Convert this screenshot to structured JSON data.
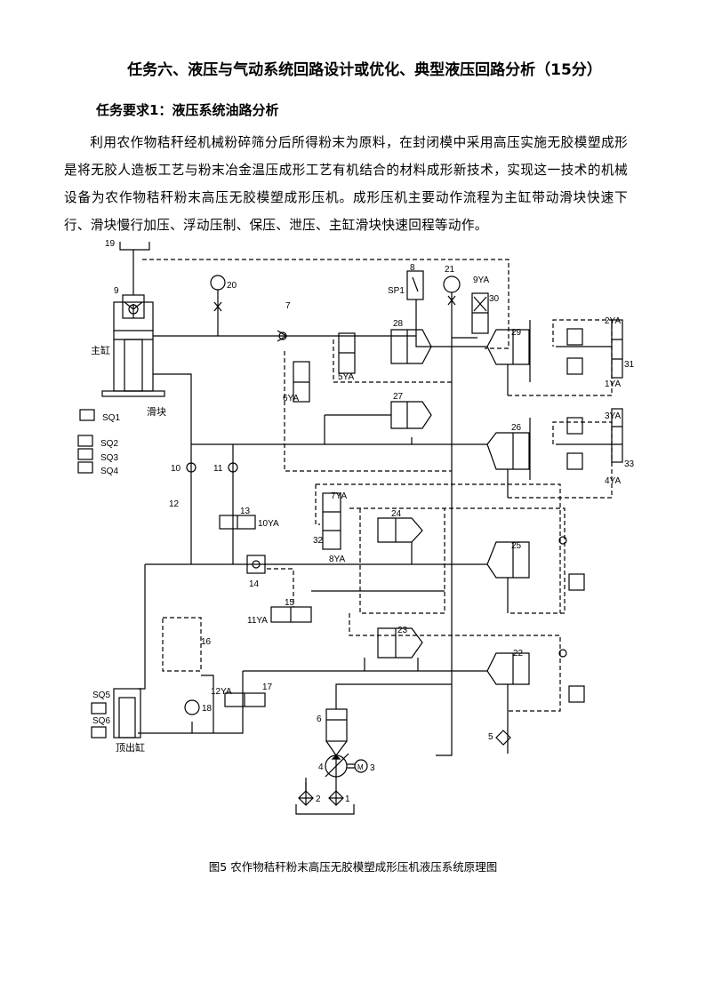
{
  "title": "任务六、液压与气动系统回路设计或优化、典型液压回路分析（15分）",
  "subtitle": "任务要求1：液压系统油路分析",
  "paragraph": "利用农作物秸秆经机械粉碎筛分后所得粉末为原料，在封闭模中采用高压实施无胶模塑成形是将无胶人造板工艺与粉末冶金温压成形工艺有机结合的材料成形新技术，实现这一技术的机械设备为农作物秸秆粉末高压无胶模塑成形压机。成形压机主要动作流程为主缸带动滑块快速下行、滑块慢行加压、浮动压制、保压、泄压、主缸滑块快速回程等动作。",
  "diagram": {
    "labels": {
      "n1": "1",
      "n2": "2",
      "n3": "3",
      "n4": "4",
      "n5": "5",
      "n6": "6",
      "n7": "7",
      "n8": "8",
      "n9": "9",
      "n10": "10",
      "n11": "11",
      "n12": "12",
      "n13": "13",
      "n14": "14",
      "n15": "15",
      "n16": "16",
      "n17": "17",
      "n18": "18",
      "n19": "19",
      "n20": "20",
      "n21": "21",
      "n22": "22",
      "n23": "23",
      "n24": "24",
      "n25": "25",
      "n26": "26",
      "n27": "27",
      "n28": "28",
      "n29": "29",
      "n30": "30",
      "n31": "31",
      "n32": "32",
      "n33": "33",
      "ya1": "1YA",
      "ya2": "2YA",
      "ya3": "3YA",
      "ya4": "4YA",
      "ya5": "5YA",
      "ya6": "6YA",
      "ya7": "7YA",
      "ya8": "8YA",
      "ya9": "9YA",
      "ya10": "10YA",
      "ya11": "11YA",
      "ya12": "12YA",
      "sp1": "SP1",
      "sq1": "SQ1",
      "sq2": "SQ2",
      "sq3": "SQ3",
      "sq4": "SQ4",
      "sq5": "SQ5",
      "sq6": "SQ6",
      "main_cyl": "主缸",
      "slide": "滑块",
      "eject_cyl": "顶出缸",
      "motor": "M"
    }
  },
  "caption": "图5 农作物秸秆粉末高压无胶模塑成形压机液压系统原理图"
}
